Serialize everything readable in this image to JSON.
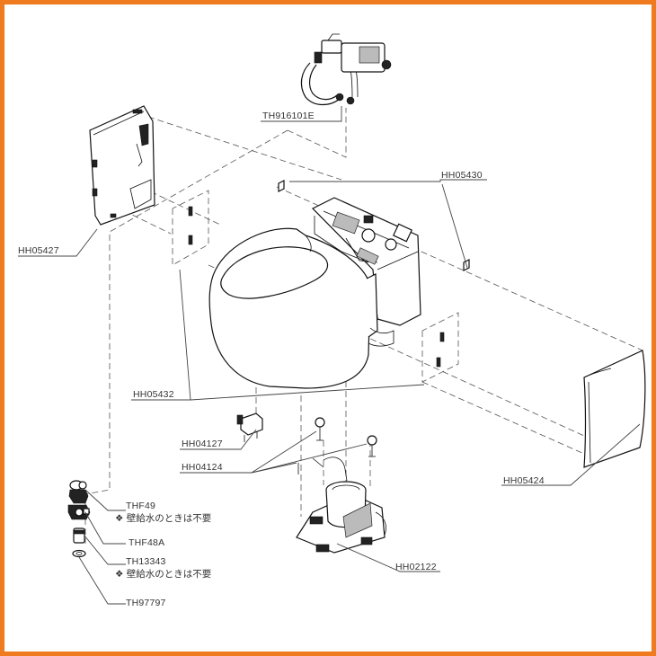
{
  "colors": {
    "frame": "#f07a1e",
    "line": "#111111",
    "label": "#333333"
  },
  "parts": {
    "th916101e": "TH916101E",
    "hh05430": "HH05430",
    "hh05427": "HH05427",
    "hh05432": "HH05432",
    "hh04127": "HH04127",
    "hh04124": "HH04124",
    "hh05424": "HH05424",
    "thf49": "THF49",
    "thf48a": "THF48A",
    "th13343": "TH13343",
    "th97797": "TH97797",
    "hh02122": "HH02122"
  },
  "notes": {
    "note1": "❖ 壁給水のときは不要",
    "note2": "❖ 壁給水のときは不要"
  }
}
